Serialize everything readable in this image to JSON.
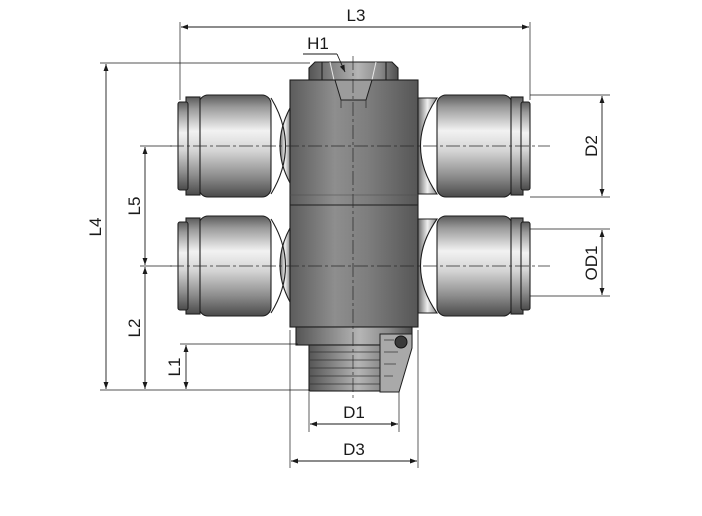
{
  "dimensions": {
    "L3": "L3",
    "H1": "H1",
    "L4": "L4",
    "L5": "L5",
    "L2": "L2",
    "L1": "L1",
    "D2": "D2",
    "OD1": "OD1",
    "D1": "D1",
    "D3": "D3"
  },
  "colors": {
    "metal_light": "#eeeeee",
    "metal_mid": "#a9a9a9",
    "metal_dark": "#555555",
    "body": "#7a7a7a",
    "line": "#1a1a1a"
  }
}
